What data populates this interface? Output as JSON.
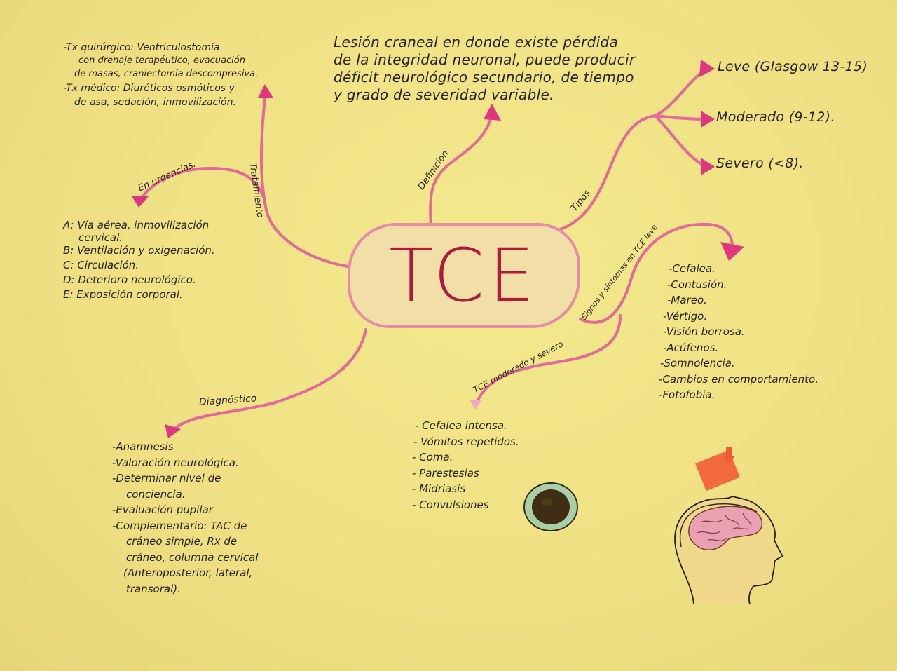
{
  "mind_map": {
    "center": {
      "title": "TCE"
    },
    "branches": {
      "definicion": {
        "label": "Definición",
        "text": [
          "Lesión craneal en donde existe pérdida",
          "de la integridad neuronal, puede producir",
          "déficit neurológico secundario, de tiempo",
          "y grado de severidad variable."
        ]
      },
      "tipos": {
        "label": "Tipos",
        "items": [
          "Leve (Glasgow 13-15)",
          "Moderado (9-12).",
          "Severo (<8)."
        ]
      },
      "signos_leve": {
        "label": "Signos y síntomas en TCE leve",
        "items": [
          "-Cefalea.",
          "-Contusión.",
          "-Mareo.",
          "-Vértigo.",
          "-Visión borrosa.",
          "-Acúfenos.",
          "-Somnolencia.",
          "-Cambios en comportamiento.",
          "-Fotofobia."
        ]
      },
      "moderado_severo": {
        "label": "TCE moderado y severo",
        "items": [
          "- Cefalea intensa.",
          "- Vómitos repetidos.",
          "- Coma.",
          "- Parestesias",
          "- Midriasis",
          "- Convulsiones"
        ]
      },
      "diagnostico": {
        "label": "Diagnóstico",
        "items": [
          "-Anamnesis",
          "-Valoración neurológica.",
          "-Determinar nivel de",
          "conciencia.",
          "-Evaluación pupilar",
          "-Complementario: TAC de",
          "cráneo simple, Rx de",
          "cráneo, columna cervical",
          "(Anteroposterior, lateral,",
          "transoral)."
        ]
      },
      "tratamiento": {
        "label": "Tratamiento",
        "items": [
          "-Tx quirúrgico: Ventriculostomía",
          "con drenaje terapéutico, evacuación",
          "de masas, craniectomía descompresiva.",
          "-Tx médico: Diuréticos osmóticos y",
          "de asa, sedación, inmovilización."
        ]
      },
      "urgencias": {
        "label": "En urgencias.",
        "items": [
          "A: Vía aérea, inmovilización",
          "cervical.",
          "B: Ventilación y oxigenación.",
          "C: Circulación.",
          "D: Deterioro neurológico.",
          "E: Exposición corporal."
        ]
      }
    },
    "illustrations": [
      "pupil-drawing",
      "head-injury-drawing"
    ],
    "colors": {
      "paper": "#f0e387",
      "connector": "#e5689a",
      "arrowhead": "#e0357f",
      "center_text": "#b01a3d",
      "center_fill": "#f2dfa7",
      "brain": "#e9a0b0",
      "block": "#f26a3d",
      "pupil_iris": "#a8cfa8",
      "pupil_dark": "#3a2a14"
    }
  }
}
